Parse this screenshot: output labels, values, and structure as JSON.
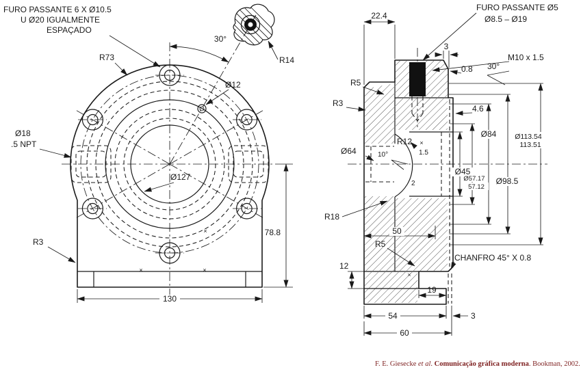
{
  "colors": {
    "ink": "#1a1a1a",
    "caption": "#7d1f1f",
    "paper": "#ffffff"
  },
  "front_view": {
    "labels": {
      "furo1": "FURO PASSANTE 6 X Ø10.5",
      "furo2": "U Ø20 IGUALMENTE",
      "furo3": "ESPAÇADO",
      "r73": "R73",
      "a30": "30°",
      "r14": "R14",
      "d12": "Ø12",
      "d18": "Ø18",
      "npt": ".5 NPT",
      "d127": "Ø127",
      "r3": "R3",
      "h788": "78.8",
      "w130": "130",
      "mark": "×"
    }
  },
  "section_view": {
    "labels": {
      "d224": "22.4",
      "furo5": "FURO PASSANTE Ø5",
      "d85": "Ø8.5 – Ø19",
      "t3": "3",
      "d08": "0.8",
      "a30": "30°",
      "m10": "M10 x 1.5",
      "r5t": "R5",
      "r3": "R3",
      "d46": "4.6",
      "d84": "Ø84",
      "d11354": "Ø113.54",
      "d11351": "113.51",
      "d64": "Ø64",
      "r12": "R12",
      "d15": "1.5",
      "a10": "10°",
      "n2": "2",
      "d45": "Ø45",
      "d5717": "Ø57.17",
      "d5712": "57.12",
      "d985": "Ø98.5",
      "r18": "R18",
      "n50": "50",
      "r5b": "R5",
      "chanfro": "CHANFRO 45° X 0.8",
      "b12": "12",
      "n19": "19",
      "n54": "54",
      "b3": "3",
      "n60": "60",
      "mark": "×"
    }
  },
  "caption": {
    "authors": "F. E. Giesecke ",
    "etal": "et al",
    "sep": ". ",
    "title": "Comunicação gráfica moderna",
    "tail": ". Bookman, 2002."
  }
}
